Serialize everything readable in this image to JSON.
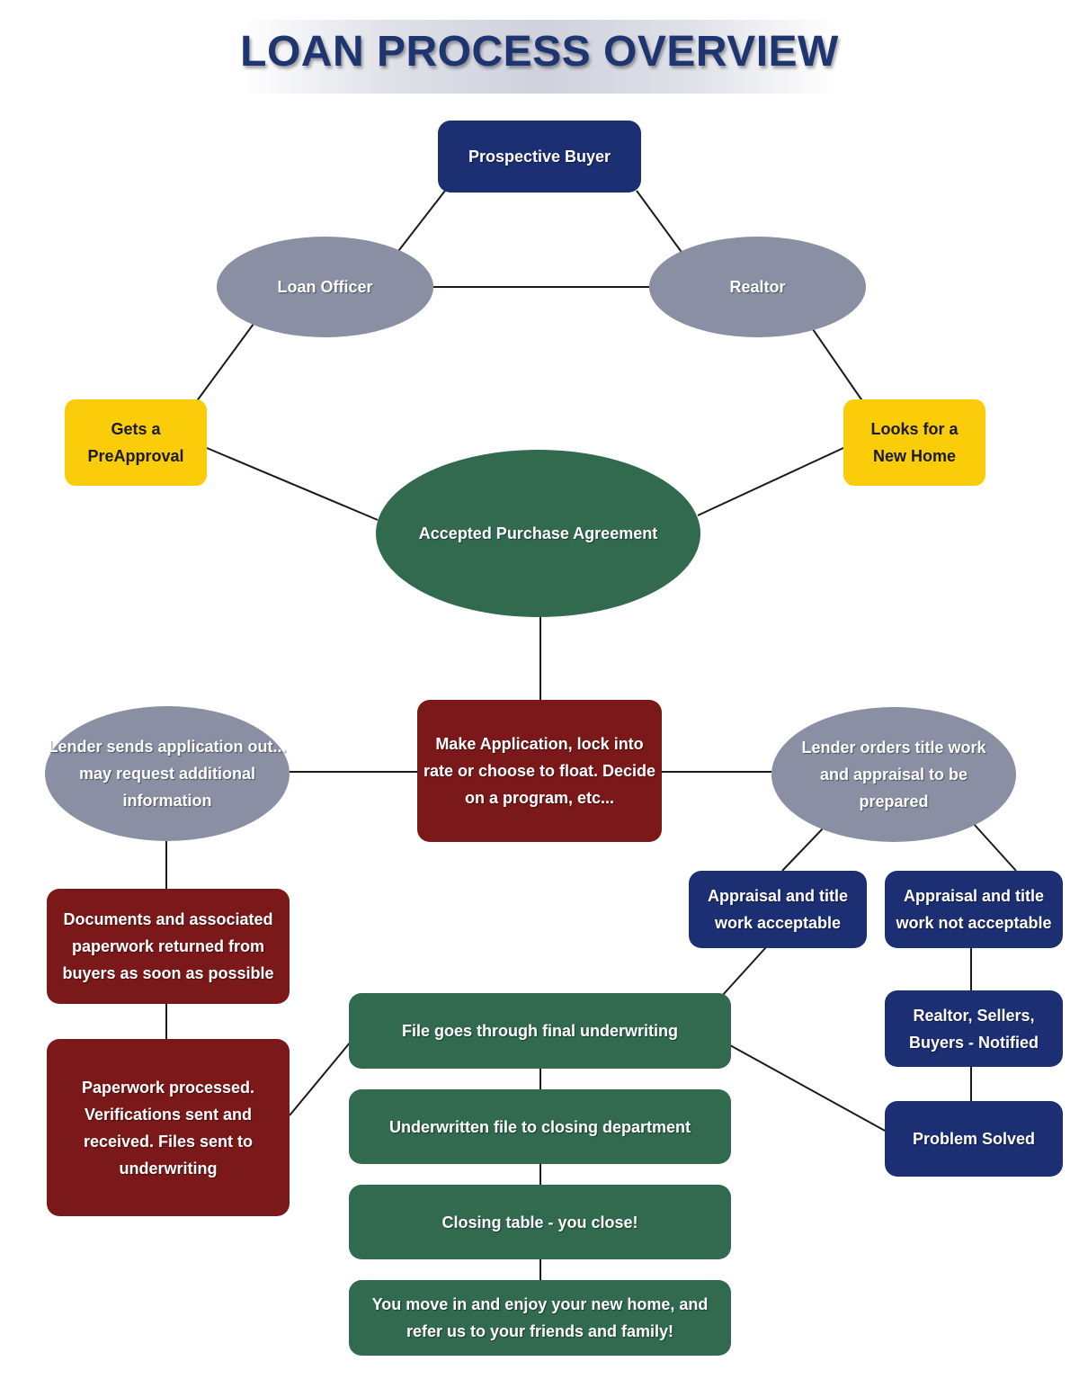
{
  "title": "LOAN PROCESS OVERVIEW",
  "colors": {
    "title": "#1e3570",
    "navy": "#1c2f73",
    "gray": "#8a8fa3",
    "yellow": "#fbcc0a",
    "green": "#316a4f",
    "red": "#7b1819",
    "connector": "#1a1a1a"
  },
  "nodes": {
    "prospective_buyer": "Prospective Buyer",
    "loan_officer": "Loan Officer",
    "realtor": "Realtor",
    "gets_preapproval": "Gets a PreApproval",
    "looks_for_home": "Looks for a New Home",
    "accepted_purchase": "Accepted Purchase Agreement",
    "make_application": "Make Application, lock into rate or choose to float. Decide on a program, etc...",
    "lender_sends": "Lender sends application out... may request additional information",
    "lender_orders": "Lender orders title work and appraisal to be prepared",
    "documents_returned": "Documents and associated paperwork returned from buyers as soon as possible",
    "paperwork_processed": "Paperwork processed. Verifications sent and received. Files sent to underwriting",
    "appraisal_acceptable": "Appraisal and title work acceptable",
    "appraisal_not_acceptable": "Appraisal and title work not acceptable",
    "realtor_notified": "Realtor, Sellers, Buyers - Notified",
    "problem_solved": "Problem Solved",
    "final_underwriting": "File goes through final underwriting",
    "closing_department": "Underwritten file to closing department",
    "closing_table": "Closing table - you close!",
    "move_in": "You move in and enjoy your new home, and refer us to your friends and family!"
  }
}
